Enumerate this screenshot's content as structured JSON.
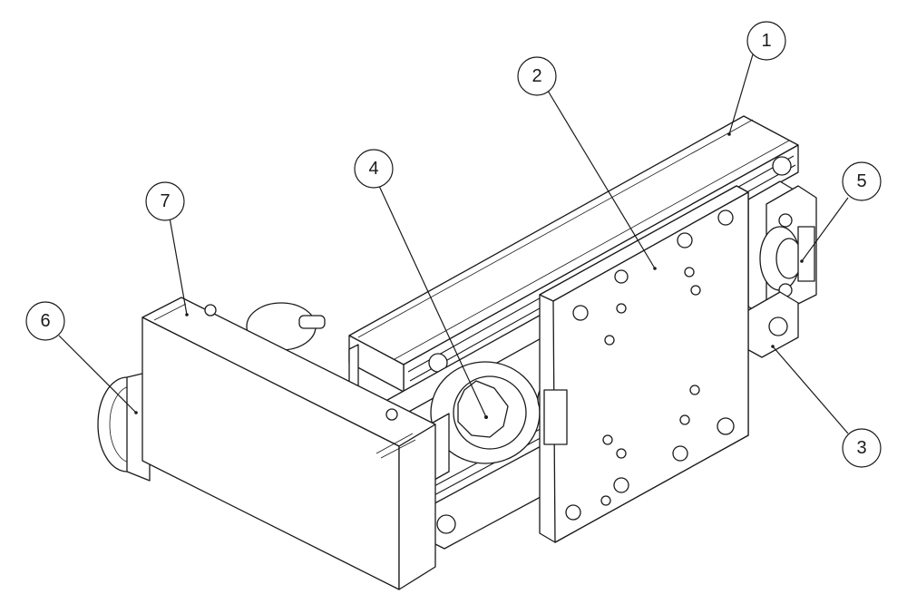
{
  "drawing": {
    "type": "exploded-assembly-isometric",
    "line_color": "#1a1a1a",
    "background": "#ffffff"
  },
  "callouts": [
    {
      "id": "c1",
      "label": "1"
    },
    {
      "id": "c2",
      "label": "2"
    },
    {
      "id": "c3",
      "label": "3"
    },
    {
      "id": "c4",
      "label": "4"
    },
    {
      "id": "c5",
      "label": "5"
    },
    {
      "id": "c6",
      "label": "6"
    },
    {
      "id": "c7",
      "label": "7"
    }
  ]
}
